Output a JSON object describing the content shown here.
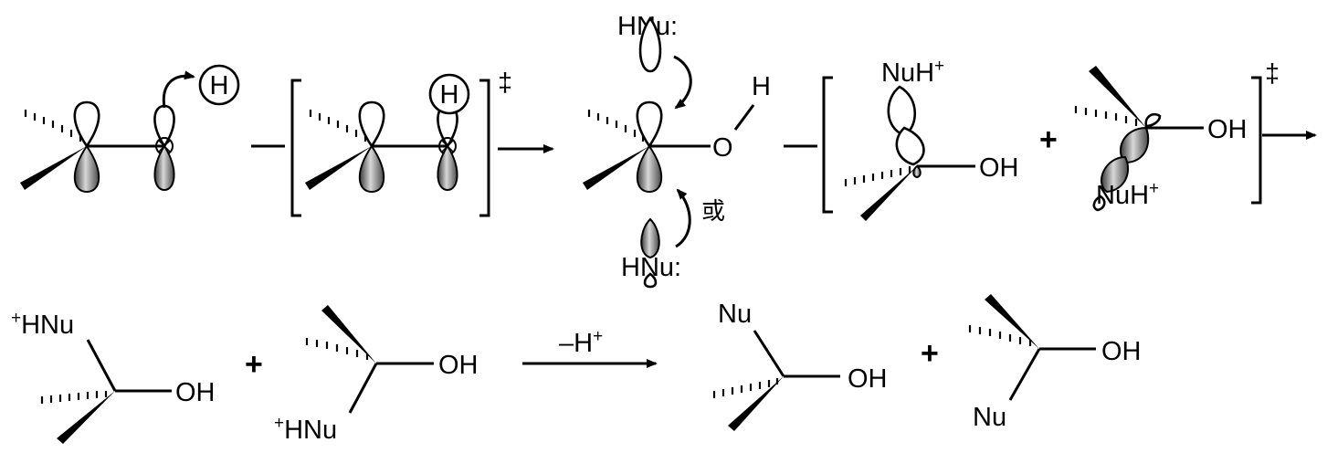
{
  "labels": {
    "h_atom": "H",
    "nucleophile": "HNu:",
    "hydroxyl_h": "H",
    "hydroxyl_o": "O",
    "protonated_nu": "NuH",
    "charge_plus": "+",
    "oh": "OH",
    "or_text": "或",
    "double_dagger": "‡",
    "deprotonation": "–H",
    "nu_cation_prefix": "+",
    "hnu": "HNu",
    "nu": "Nu",
    "plus_sign": "+"
  },
  "colors": {
    "ink": "#000000",
    "lobe_light": "#f2f2f2",
    "lobe_dark": "#4a4a4a"
  }
}
